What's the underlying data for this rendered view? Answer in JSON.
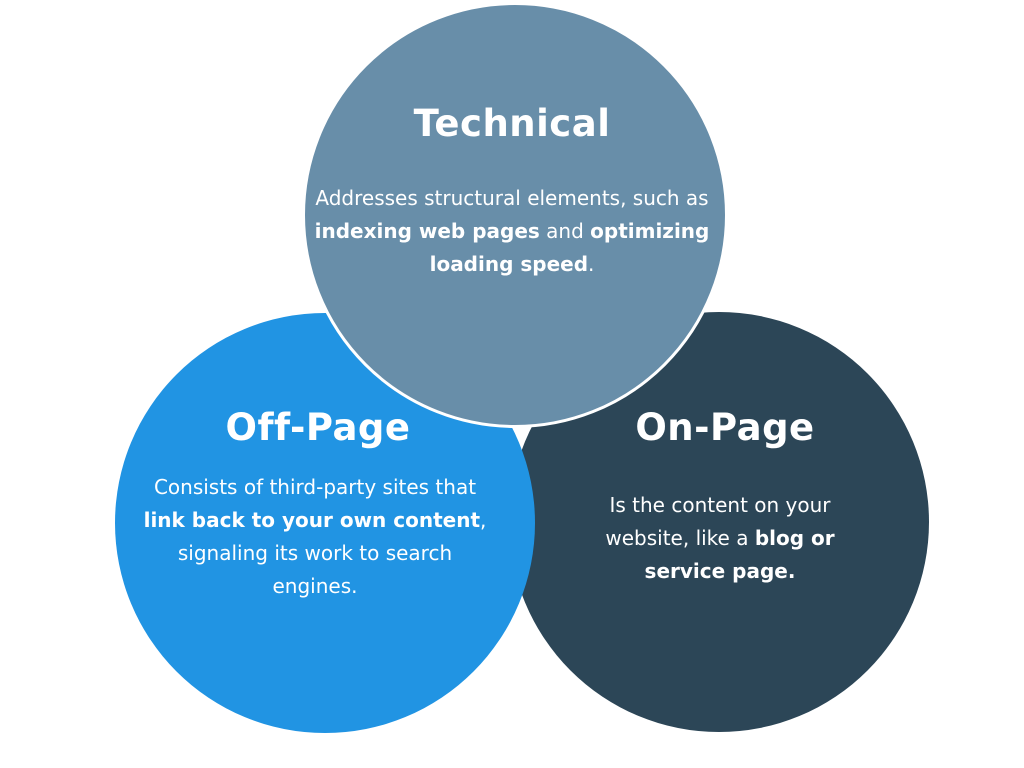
{
  "colors": {
    "technical": "#688ea9",
    "off_page": "#2194e3",
    "on_page": "#2c4657",
    "text": "#ffffff",
    "background": "#ffffff"
  },
  "technical": {
    "title": "Technical",
    "desc": {
      "t1": "Addresses structural elements, such as ",
      "b1": "indexing web pages",
      "t2": " and ",
      "b2": "optimizing loading speed",
      "t3": "."
    }
  },
  "off_page": {
    "title": "Off-Page",
    "desc": {
      "t1": "Consists of third-party sites that ",
      "b1": "link back to your own content",
      "t2": ", signaling its work to search engines."
    }
  },
  "on_page": {
    "title": "On-Page",
    "desc": {
      "t1": "Is the content on your website, like a ",
      "b1": "blog or service page."
    }
  }
}
